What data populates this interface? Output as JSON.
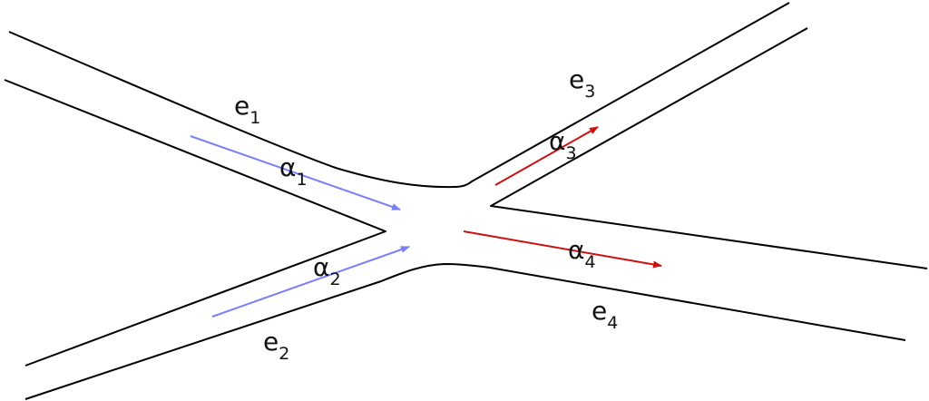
{
  "colors": {
    "road_edge": "#000000",
    "incoming_arrow": "#7b7ff5",
    "outgoing_arrow": "#cc1111",
    "background": "#ffffff"
  },
  "roads": [
    {
      "name": "e",
      "sub": "1"
    },
    {
      "name": "e",
      "sub": "2"
    },
    {
      "name": "e",
      "sub": "3"
    },
    {
      "name": "e",
      "sub": "4"
    }
  ],
  "flows": [
    {
      "name": "α",
      "sub": "1",
      "direction": "incoming"
    },
    {
      "name": "α",
      "sub": "2",
      "direction": "incoming"
    },
    {
      "name": "α",
      "sub": "3",
      "direction": "outgoing"
    },
    {
      "name": "α",
      "sub": "4",
      "direction": "outgoing"
    }
  ]
}
